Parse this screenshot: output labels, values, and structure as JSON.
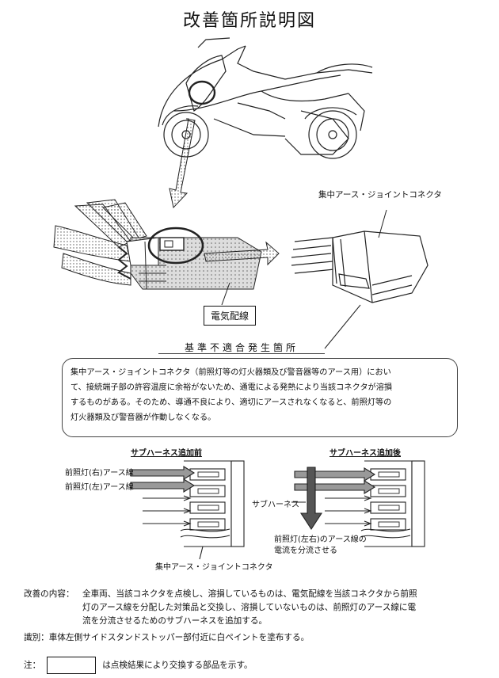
{
  "title": "改善箇所説明図",
  "labels": {
    "connector_top": "集中アース・ジョイントコネクタ",
    "wiring": "電気配線",
    "defect_location": "基準不適合発生箇所"
  },
  "description": [
    "集中アース・ジョイントコネクタ（前照灯等の灯火器類及び警音器等のアース用）におい",
    "て、接続端子部の許容温度に余裕がないため、通電による発熱により当該コネクタが溶損",
    "するものがある。そのため、導通不良により、適切にアースされなくなると、前照灯等の",
    "灯火器類及び警音器が作動しなくなる。"
  ],
  "before": {
    "title": "サブハーネス追加前",
    "wire_right": "前照灯(右)アース線",
    "wire_left": "前照灯(左)アース線",
    "connector": "集中アース・ジョイントコネクタ"
  },
  "after": {
    "title": "サブハーネス追加後",
    "sub_harness": "サブハーネス",
    "flow_note_1": "前照灯(左右)のアース線の",
    "flow_note_2": "電流を分流させる"
  },
  "improvement": {
    "label": "改善の内容：",
    "lines": [
      "全車両、当該コネクタを点検し、溶損しているものは、電気配線を当該コネクタから前照",
      "灯のアース線を分配した対策品と交換し、溶損していないものは、前照灯のアース線に電",
      "流を分流させるためのサブハーネスを追加する。"
    ]
  },
  "identification": "識別：車体左側サイドスタンドストッパー部付近に白ペイントを塗布する。",
  "note": {
    "label": "注：",
    "text": "は点検結果により交換する部品を示す。"
  }
}
